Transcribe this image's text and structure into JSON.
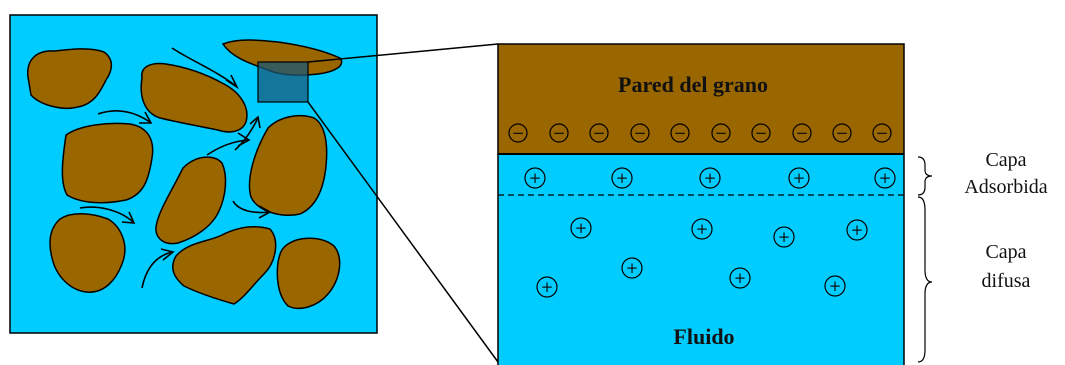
{
  "labels": {
    "grain_wall": "Pared del grano",
    "fluid": "Fluido",
    "adsorbed_layer_line1": "Capa",
    "adsorbed_layer_line2": "Adsorbida",
    "diffuse_layer_line1": "Capa",
    "diffuse_layer_line2": "difusa"
  },
  "symbols": {
    "negative": "−",
    "positive": "+"
  },
  "colors": {
    "water": "#00CCFF",
    "grain": "#996600",
    "outline": "#000000"
  }
}
